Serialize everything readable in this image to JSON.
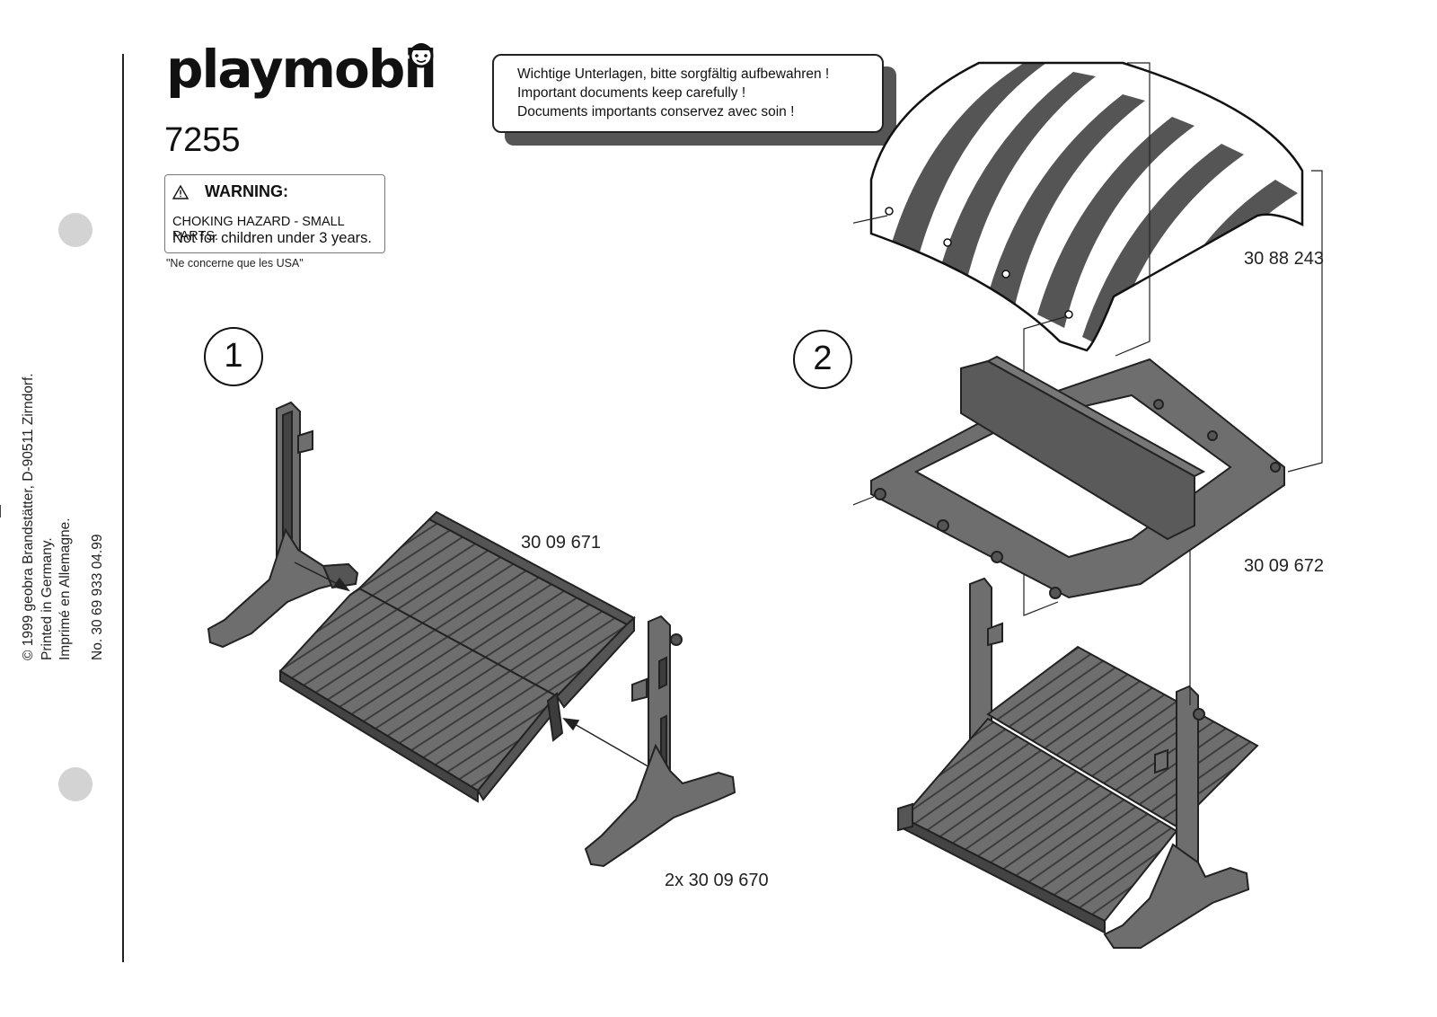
{
  "brand": {
    "logo_text": "playmobil"
  },
  "product": {
    "model_number": "7255"
  },
  "warning": {
    "heading": "WARNING:",
    "line1": "CHOKING HAZARD - SMALL PARTS.",
    "line2": "Not for children under 3 years.",
    "usa_note": "\"Ne concerne que les USA\""
  },
  "notice": {
    "de": "Wichtige Unterlagen, bitte sorgfältig aufbewahren !",
    "en": "Important documents keep carefully !",
    "fr": "Documents importants conservez avec soin !"
  },
  "sidebar": {
    "copyright": "© 1999 geobra Brandstätter, D-90511 Zirndorf.",
    "printed_de": "Printed in Germany.",
    "printed_fr": "Imprimé en Allemagne.",
    "doc_number": "No. 30 69 933   04.99"
  },
  "steps": [
    {
      "number": "1",
      "parts": {
        "table_top": "30 09 671",
        "legs": "2x 30 09 670"
      }
    },
    {
      "number": "2",
      "parts": {
        "roof": "30 88 243",
        "frame": "30 09 672"
      }
    }
  ],
  "colors": {
    "part_gray": "#6e6e6e",
    "part_dark": "#3c3c3c",
    "punch_hole": "#d3d3d3"
  }
}
